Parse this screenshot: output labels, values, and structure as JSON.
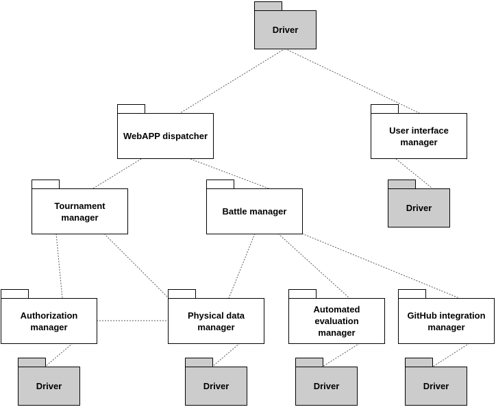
{
  "diagram": {
    "packages": {
      "driver_top": {
        "label": "Driver",
        "fill": "#cccccc"
      },
      "webapp_dispatcher": {
        "label": "WebAPP dispatcher",
        "fill": "#ffffff"
      },
      "user_interface_manager": {
        "label": "User interface\nmanager",
        "fill": "#ffffff"
      },
      "driver_ui": {
        "label": "Driver",
        "fill": "#cccccc"
      },
      "tournament_manager": {
        "label": "Tournament\nmanager",
        "fill": "#ffffff"
      },
      "battle_manager": {
        "label": "Battle manager",
        "fill": "#ffffff"
      },
      "authorization_manager": {
        "label": "Authorization\nmanager",
        "fill": "#ffffff"
      },
      "physical_data_manager": {
        "label": "Physical data\nmanager",
        "fill": "#ffffff"
      },
      "automated_evaluation_manager": {
        "label": "Automated\nevaluation\nmanager",
        "fill": "#ffffff"
      },
      "github_integration_manager": {
        "label": "GitHub integration\nmanager",
        "fill": "#ffffff"
      },
      "driver_auth": {
        "label": "Driver",
        "fill": "#cccccc"
      },
      "driver_physical": {
        "label": "Driver",
        "fill": "#cccccc"
      },
      "driver_eval": {
        "label": "Driver",
        "fill": "#cccccc"
      },
      "driver_github": {
        "label": "Driver",
        "fill": "#cccccc"
      }
    },
    "connections": [
      [
        "driver_top",
        "webapp_dispatcher"
      ],
      [
        "driver_top",
        "user_interface_manager"
      ],
      [
        "user_interface_manager",
        "driver_ui"
      ],
      [
        "webapp_dispatcher",
        "tournament_manager"
      ],
      [
        "webapp_dispatcher",
        "battle_manager"
      ],
      [
        "tournament_manager",
        "authorization_manager"
      ],
      [
        "tournament_manager",
        "physical_data_manager"
      ],
      [
        "authorization_manager",
        "physical_data_manager"
      ],
      [
        "battle_manager",
        "physical_data_manager"
      ],
      [
        "battle_manager",
        "automated_evaluation_manager"
      ],
      [
        "battle_manager",
        "github_integration_manager"
      ],
      [
        "authorization_manager",
        "driver_auth"
      ],
      [
        "physical_data_manager",
        "driver_physical"
      ],
      [
        "automated_evaluation_manager",
        "driver_eval"
      ],
      [
        "github_integration_manager",
        "driver_github"
      ]
    ]
  }
}
